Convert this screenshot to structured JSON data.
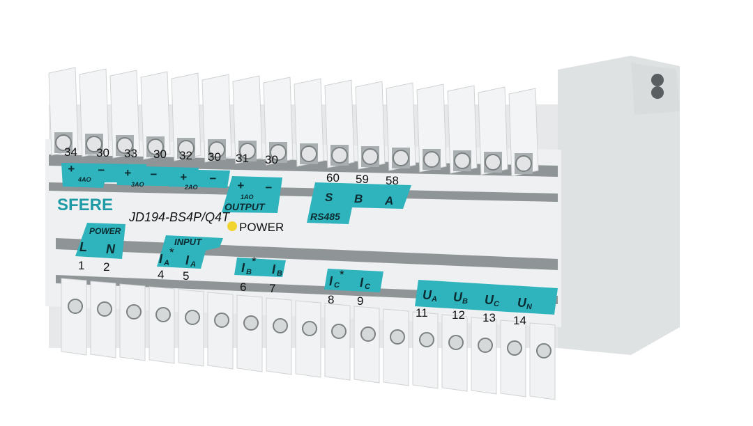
{
  "product": {
    "brand": "SFERE",
    "model": "JD194-BS4P/Q4T",
    "power_indicator": "POWER"
  },
  "top_labels": {
    "numbers": [
      "34",
      "30",
      "33",
      "30",
      "32",
      "30",
      "31",
      "30",
      "60",
      "59",
      "58"
    ],
    "marks": [
      "+",
      "−",
      "+",
      "−",
      "+",
      "−",
      "+",
      "−",
      "S",
      "B",
      "A"
    ],
    "groups": [
      "4AO",
      "3AO",
      "2AO",
      "1AO",
      "OUTPUT",
      "RS485"
    ]
  },
  "bottom_labels": {
    "numbers": [
      "1",
      "2",
      "4",
      "5",
      "6",
      "7",
      "8",
      "9",
      "11",
      "12",
      "13",
      "14"
    ],
    "marks": [
      "L",
      "N",
      "I",
      "I",
      "I",
      "I",
      "I",
      "I",
      "U",
      "U",
      "U",
      "U"
    ],
    "subs": [
      "A",
      "A",
      "B",
      "B",
      "C",
      "C",
      "A",
      "B",
      "C",
      "N"
    ],
    "stars": [
      "*",
      "*",
      "*"
    ],
    "groups": [
      "POWER",
      "INPUT"
    ]
  },
  "colors": {
    "accent": "#2fb3bd",
    "brand": "#1e9aa6",
    "led": "#f2d431",
    "housing": "#e9ebec"
  }
}
